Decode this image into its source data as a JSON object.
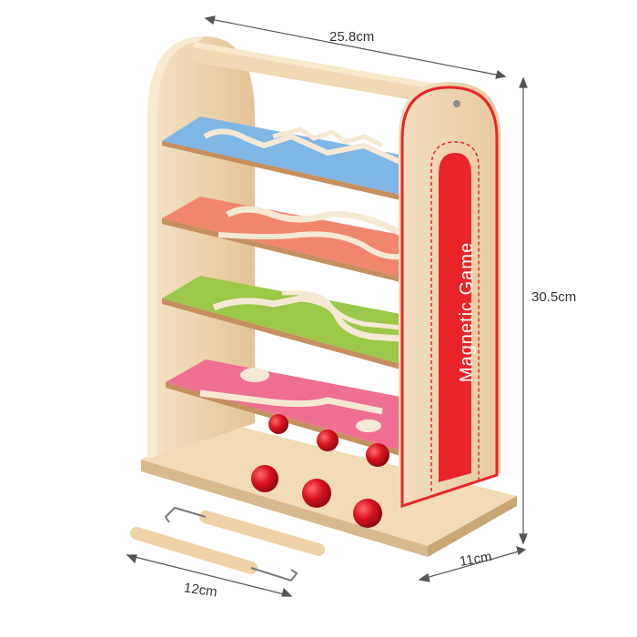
{
  "product": {
    "side_label": "Magnetic Game"
  },
  "dimensions": {
    "width": "25.8cm",
    "height": "30.5cm",
    "depth": "11cm",
    "stick_length": "12cm"
  },
  "colors": {
    "wood": "#ecd2ac",
    "wood_dark": "#d9b98c",
    "red": "#e8262a",
    "ball_red": "#d9121e",
    "shelf_blue": "#7eb6e6",
    "shelf_orange": "#f0876c",
    "shelf_green": "#9cc84a",
    "shelf_pink": "#ee6f92"
  },
  "balls": {
    "count": 6
  },
  "shelves": [
    {
      "color_name": "blue"
    },
    {
      "color_name": "orange"
    },
    {
      "color_name": "green"
    },
    {
      "color_name": "pink"
    }
  ]
}
